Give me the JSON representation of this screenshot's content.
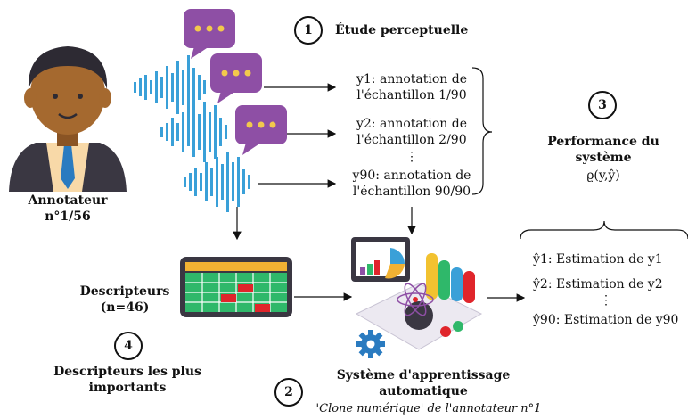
{
  "annotator": {
    "label_line1": "Annotateur",
    "label_line2": "n°1/56"
  },
  "step1": {
    "number": "1",
    "title": "Étude perceptuelle"
  },
  "annotations": [
    {
      "line1": "y1: annotation de",
      "line2": "l'échantillon 1/90"
    },
    {
      "line1": "y2: annotation de",
      "line2": "l'échantillon 2/90"
    },
    {
      "line1": "y90: annotation de",
      "line2": "l'échantillon 90/90"
    }
  ],
  "ellipsis": "⋮",
  "step3": {
    "number": "3",
    "title_line1": "Performance du",
    "title_line2": "système",
    "formula": "ϱ(y,ŷ)"
  },
  "descriptors": {
    "line1": "Descripteurs",
    "line2": "(n=46)"
  },
  "step4": {
    "number": "4",
    "title_line1": "Descripteurs les plus",
    "title_line2": "importants"
  },
  "step2": {
    "number": "2",
    "title_line1": "Système d'apprentissage",
    "title_line2": "automatique",
    "subtitle": "'Clone numérique' de l'annotateur n°1"
  },
  "estimations": [
    "ŷ1: Estimation de y1",
    "ŷ2: Estimation de y2",
    "ŷ90: Estimation de y90"
  ],
  "colors": {
    "speech_bubble": "#8e4fa5",
    "wave": "#3aa0d8",
    "sheet_green": "#2fb86a",
    "sheet_header": "#f2b233",
    "cell_red": "#e0252b",
    "skin": "#a5692f",
    "hair": "#2d2a33",
    "shirt": "#f8d9a8",
    "tie": "#2a7bc0"
  }
}
